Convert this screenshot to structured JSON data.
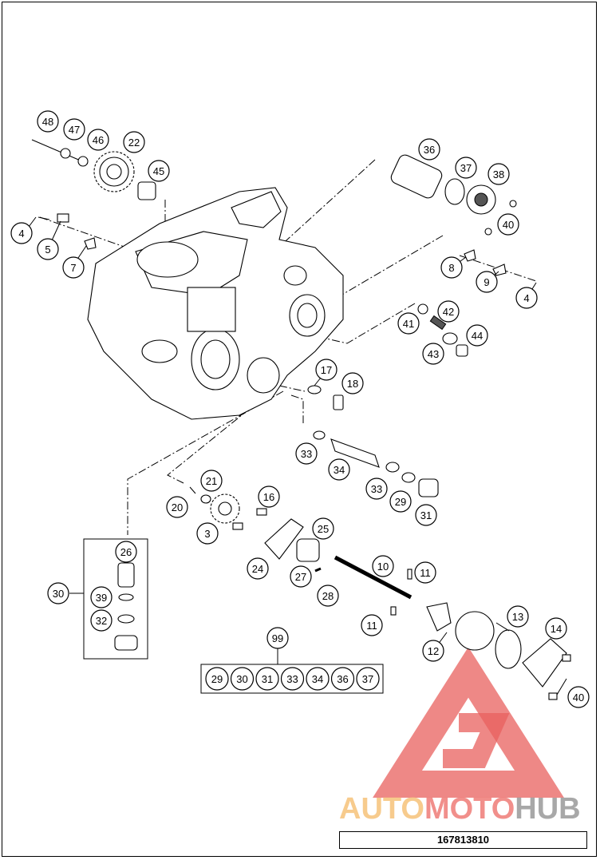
{
  "diagram": {
    "drawing_number": "167813810",
    "callouts": [
      "48",
      "47",
      "46",
      "22",
      "45",
      "36",
      "37",
      "38",
      "40",
      "4",
      "5",
      "7",
      "8",
      "9",
      "4",
      "41",
      "42",
      "43",
      "44",
      "17",
      "18",
      "33",
      "34",
      "33",
      "29",
      "31",
      "21",
      "20",
      "16",
      "3",
      "25",
      "24",
      "27",
      "28",
      "10",
      "11",
      "11",
      "13",
      "14",
      "12",
      "40",
      "26",
      "30",
      "39",
      "32",
      "99"
    ],
    "kit": {
      "label": "99",
      "items": [
        "29",
        "30",
        "31",
        "33",
        "34",
        "36",
        "37"
      ]
    }
  },
  "watermark": {
    "part1": "AUTO",
    "part2": "MOTO",
    "part3": "HUB",
    "colors": {
      "auto": "#f6c27a",
      "moto": "#ef7c77",
      "hub": "#9a9a9a",
      "triangle": "#e8605e"
    }
  }
}
